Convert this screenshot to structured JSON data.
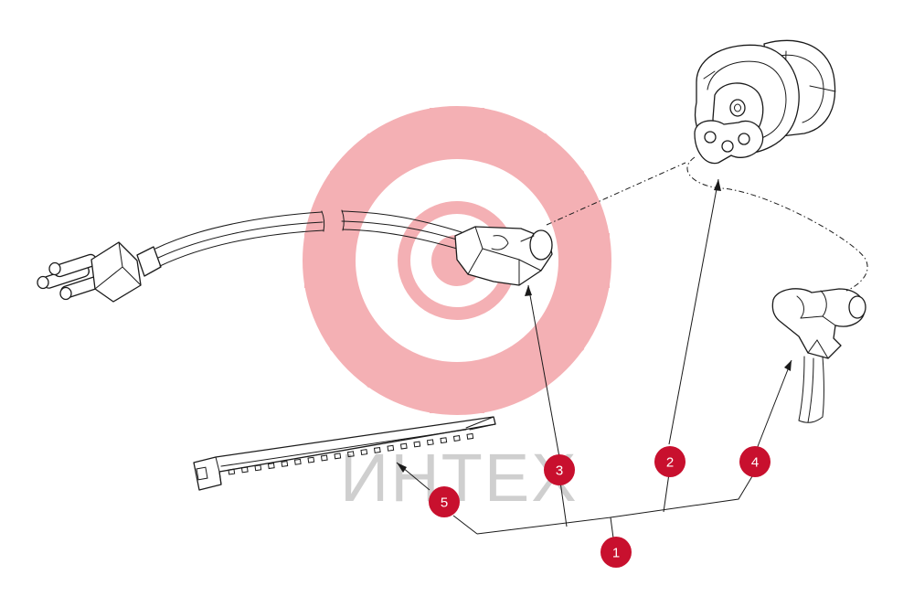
{
  "watermark": {
    "text": "ИНТЕХ",
    "gear_color": "#f3a3a7",
    "text_color": "#cfcfcf"
  },
  "colors": {
    "callout_fill": "#c8102e",
    "callout_text": "#ffffff",
    "line_art": "#1a1a1a"
  },
  "callouts": [
    {
      "id": "1",
      "label": "1"
    },
    {
      "id": "2",
      "label": "2"
    },
    {
      "id": "3",
      "label": "3"
    },
    {
      "id": "4",
      "label": "4"
    },
    {
      "id": "5",
      "label": "5"
    }
  ],
  "parts": [
    {
      "name": "power-cord-assembly"
    },
    {
      "name": "inlet-socket"
    },
    {
      "name": "cord-connector"
    },
    {
      "name": "right-angle-connector"
    },
    {
      "name": "cable-tie"
    }
  ]
}
